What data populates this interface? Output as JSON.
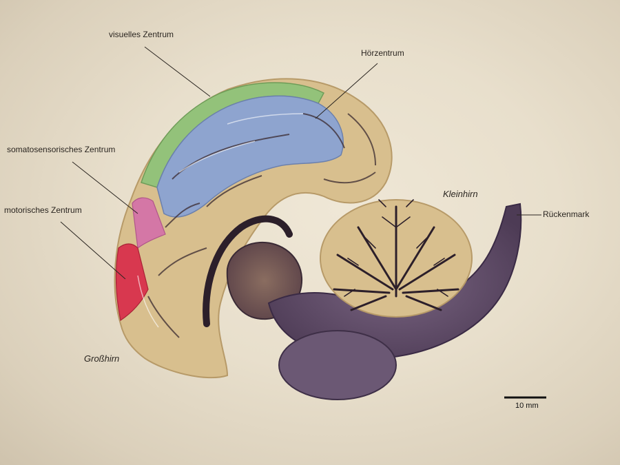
{
  "labels": {
    "visual": "visuelles Zentrum",
    "auditory": "Hörzentrum",
    "somatosensory": "somatosensorisches Zentrum",
    "motor": "motorisches Zentrum",
    "cerebrum": "Großhirn",
    "cerebellum": "Kleinhirn",
    "spinal_cord": "Rückenmark",
    "scale": "10 mm"
  },
  "colors": {
    "visual_area": "#93c27a",
    "auditory_area": "#8ea4cf",
    "somatosensory_area": "#d477a6",
    "motor_area": "#d8384f",
    "cortex_tan": "#d8bf8e",
    "brainstem_purple": "#5e4a66",
    "dark_tissue": "#2c1f2a"
  }
}
